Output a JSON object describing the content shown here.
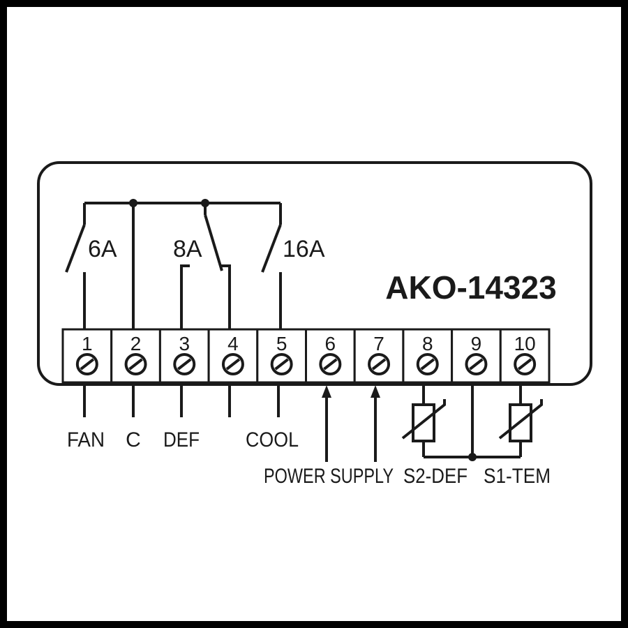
{
  "model": "AKO-14323",
  "terminals": [
    {
      "num": "1"
    },
    {
      "num": "2"
    },
    {
      "num": "3"
    },
    {
      "num": "4"
    },
    {
      "num": "5"
    },
    {
      "num": "6"
    },
    {
      "num": "7"
    },
    {
      "num": "8"
    },
    {
      "num": "9"
    },
    {
      "num": "10"
    }
  ],
  "relay_ratings": {
    "fan": "6A",
    "def": "8A",
    "cool": "16A"
  },
  "labels": {
    "fan": "FAN",
    "c": "C",
    "def": "DEF",
    "cool": "COOL",
    "power_supply": "POWER SUPPLY",
    "s2": "S2-DEF",
    "s1": "S1-TEM"
  },
  "colors": {
    "frame": "#000000",
    "background": "#ffffff",
    "ink": "#1a1a1a"
  }
}
